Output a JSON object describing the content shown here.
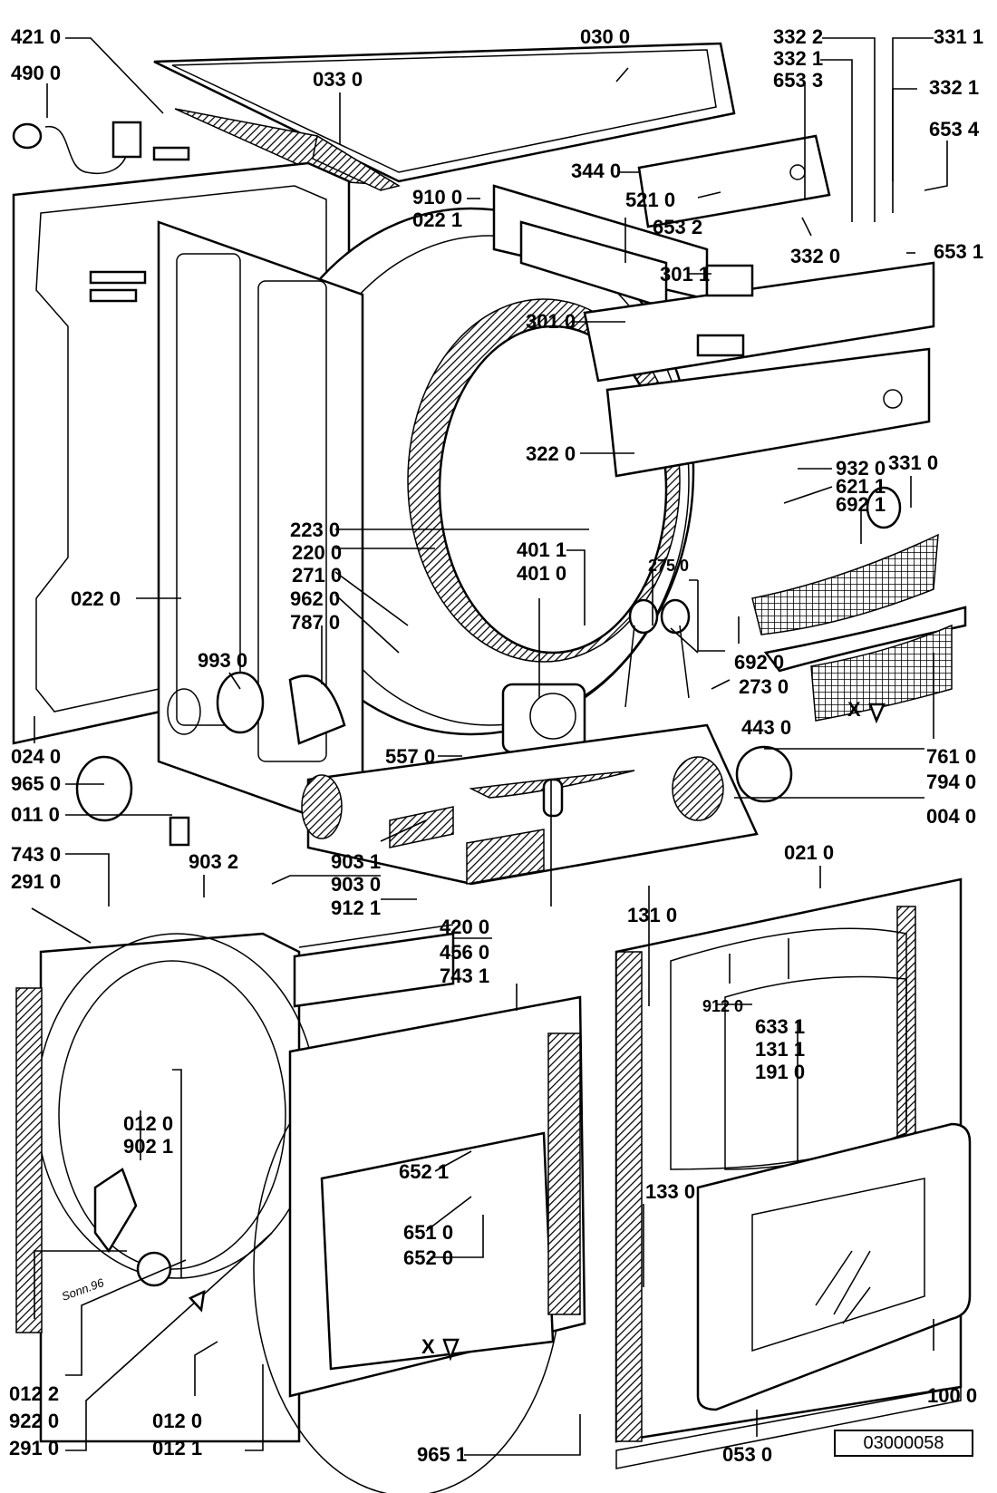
{
  "diagram": {
    "title": "Exploded parts view - tumble dryer",
    "document_id": "03000058",
    "door_stamp": "Sonn.96",
    "direction_marker": "X",
    "part_labels": [
      {
        "id": "p4210",
        "text": "421 0"
      },
      {
        "id": "p4900",
        "text": "490 0"
      },
      {
        "id": "p0300",
        "text": "030 0"
      },
      {
        "id": "p0330",
        "text": "033 0"
      },
      {
        "id": "p3322",
        "text": "332 2"
      },
      {
        "id": "p3321a",
        "text": "332 1"
      },
      {
        "id": "p6533",
        "text": "653 3"
      },
      {
        "id": "p3311",
        "text": "331 1"
      },
      {
        "id": "p3321b",
        "text": "332 1"
      },
      {
        "id": "p6534",
        "text": "653 4"
      },
      {
        "id": "p3440",
        "text": "344 0"
      },
      {
        "id": "p9100",
        "text": "910 0"
      },
      {
        "id": "p0221",
        "text": "022 1"
      },
      {
        "id": "p5210",
        "text": "521 0"
      },
      {
        "id": "p6532",
        "text": "653 2"
      },
      {
        "id": "p3320",
        "text": "332 0"
      },
      {
        "id": "p6531",
        "text": "653 1"
      },
      {
        "id": "p3011",
        "text": "301 1"
      },
      {
        "id": "p3010",
        "text": "301 0"
      },
      {
        "id": "p3220",
        "text": "322 0"
      },
      {
        "id": "p3310",
        "text": "331 0"
      },
      {
        "id": "p9320",
        "text": "932 0"
      },
      {
        "id": "p6211",
        "text": "621 1"
      },
      {
        "id": "p6921",
        "text": "692 1"
      },
      {
        "id": "p2230",
        "text": "223 0"
      },
      {
        "id": "p2200",
        "text": "220 0"
      },
      {
        "id": "p2710",
        "text": "271 0"
      },
      {
        "id": "p9620",
        "text": "962 0"
      },
      {
        "id": "p7870",
        "text": "787 0"
      },
      {
        "id": "p4011",
        "text": "401 1"
      },
      {
        "id": "p4010",
        "text": "401 0"
      },
      {
        "id": "p2750",
        "text": "275 0"
      },
      {
        "id": "p0220",
        "text": "022 0"
      },
      {
        "id": "p9930",
        "text": "993 0"
      },
      {
        "id": "p6920",
        "text": "692 0"
      },
      {
        "id": "p2730",
        "text": "273 0"
      },
      {
        "id": "p4430",
        "text": "443 0"
      },
      {
        "id": "p7610",
        "text": "761 0"
      },
      {
        "id": "p0240",
        "text": "024 0"
      },
      {
        "id": "p5570",
        "text": "557 0"
      },
      {
        "id": "p7940",
        "text": "794 0"
      },
      {
        "id": "p9650",
        "text": "965 0"
      },
      {
        "id": "p0110",
        "text": "011 0"
      },
      {
        "id": "p0040",
        "text": "004 0"
      },
      {
        "id": "p7430",
        "text": "743 0"
      },
      {
        "id": "p9032",
        "text": "903 2"
      },
      {
        "id": "p9031",
        "text": "903 1"
      },
      {
        "id": "p0210",
        "text": "021 0"
      },
      {
        "id": "p2910a",
        "text": "291 0"
      },
      {
        "id": "p9030",
        "text": "903 0"
      },
      {
        "id": "p1310",
        "text": "131 0"
      },
      {
        "id": "p9121",
        "text": "912 1"
      },
      {
        "id": "p4200",
        "text": "420 0"
      },
      {
        "id": "p4560",
        "text": "456 0"
      },
      {
        "id": "p7431",
        "text": "743 1"
      },
      {
        "id": "p9120",
        "text": "912 0"
      },
      {
        "id": "p6331",
        "text": "633 1"
      },
      {
        "id": "p1311",
        "text": "131 1"
      },
      {
        "id": "p1910",
        "text": "191 0"
      },
      {
        "id": "p0120a",
        "text": "012 0"
      },
      {
        "id": "p9021",
        "text": "902 1"
      },
      {
        "id": "p6521",
        "text": "652 1"
      },
      {
        "id": "p1330",
        "text": "133 0"
      },
      {
        "id": "p6510",
        "text": "651 0"
      },
      {
        "id": "p6520",
        "text": "652 0"
      },
      {
        "id": "p0122",
        "text": "012 2"
      },
      {
        "id": "p9220",
        "text": "922 0"
      },
      {
        "id": "p0120b",
        "text": "012 0"
      },
      {
        "id": "p1000",
        "text": "100 0"
      },
      {
        "id": "p2910b",
        "text": "291 0"
      },
      {
        "id": "p0121",
        "text": "012 1"
      },
      {
        "id": "p9651",
        "text": "965 1"
      },
      {
        "id": "p0530",
        "text": "053 0"
      }
    ]
  }
}
